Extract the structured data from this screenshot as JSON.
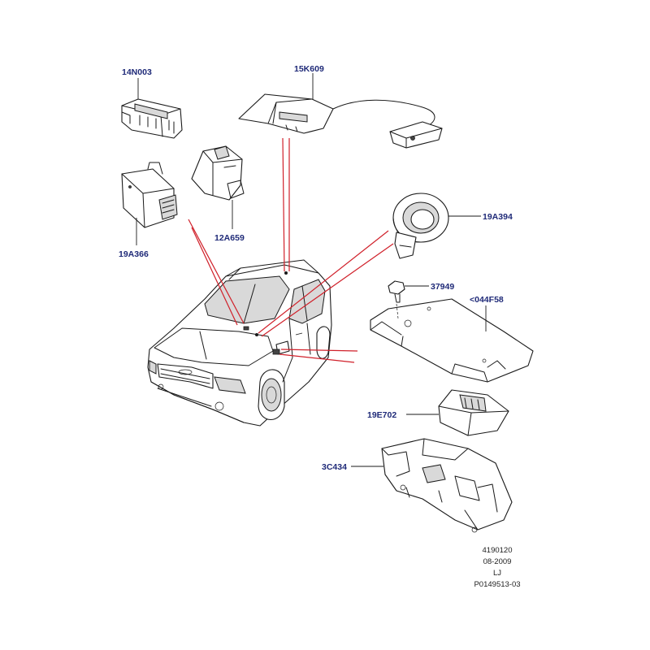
{
  "parts": [
    {
      "id": "p1",
      "label": "14N003"
    },
    {
      "id": "p2",
      "label": "15K609"
    },
    {
      "id": "p3",
      "label": "12A659"
    },
    {
      "id": "p4",
      "label": "19A366"
    },
    {
      "id": "p5",
      "label": "19A394"
    },
    {
      "id": "p6",
      "label": "37949"
    },
    {
      "id": "p7",
      "label": "<044F58"
    },
    {
      "id": "p8",
      "label": "19E702"
    },
    {
      "id": "p9",
      "label": "3C434"
    }
  ],
  "footer": {
    "ref1": "4190120",
    "date": "08-2009",
    "initials": "LJ",
    "drawing_number": "P0149513-03"
  },
  "colors": {
    "label": "#1f2a78",
    "leader": "#1a1a1a",
    "red_pointer": "#d0202a"
  }
}
